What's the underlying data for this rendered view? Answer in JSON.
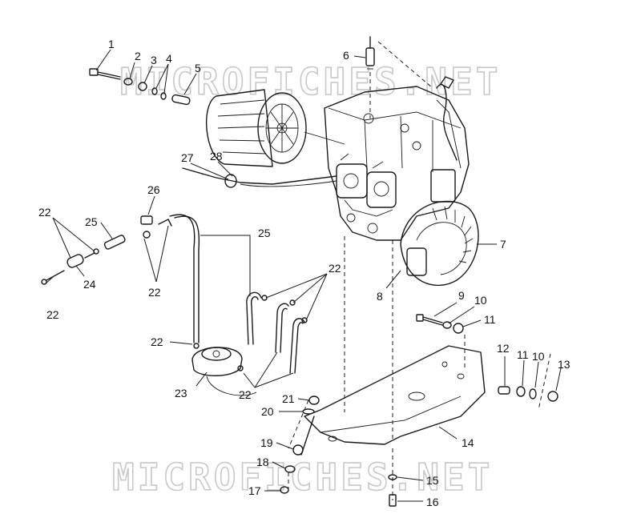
{
  "watermarks": [
    "MICROFICHES.NET",
    "MICROFICHES.NET"
  ],
  "colors": {
    "line": "#1a1a1a",
    "watermark": "#c8c8c8",
    "background": "#ffffff"
  },
  "callouts": {
    "c1": "1",
    "c2": "2",
    "c3": "3",
    "c4": "4",
    "c5": "5",
    "c6": "6",
    "c7": "7",
    "c8": "8",
    "c9": "9",
    "c10a": "10",
    "c10b": "10",
    "c11a": "11",
    "c11b": "11",
    "c12": "12",
    "c13": "13",
    "c14": "14",
    "c15": "15",
    "c16": "16",
    "c17": "17",
    "c18": "18",
    "c19": "19",
    "c20": "20",
    "c21": "21",
    "c22a": "22",
    "c22b": "22",
    "c22c": "22",
    "c22d": "22",
    "c22e": "22",
    "c22f": "22",
    "c23": "23",
    "c24": "24",
    "c25a": "25",
    "c25b": "25",
    "c26": "26",
    "c27": "27",
    "c28": "28"
  }
}
